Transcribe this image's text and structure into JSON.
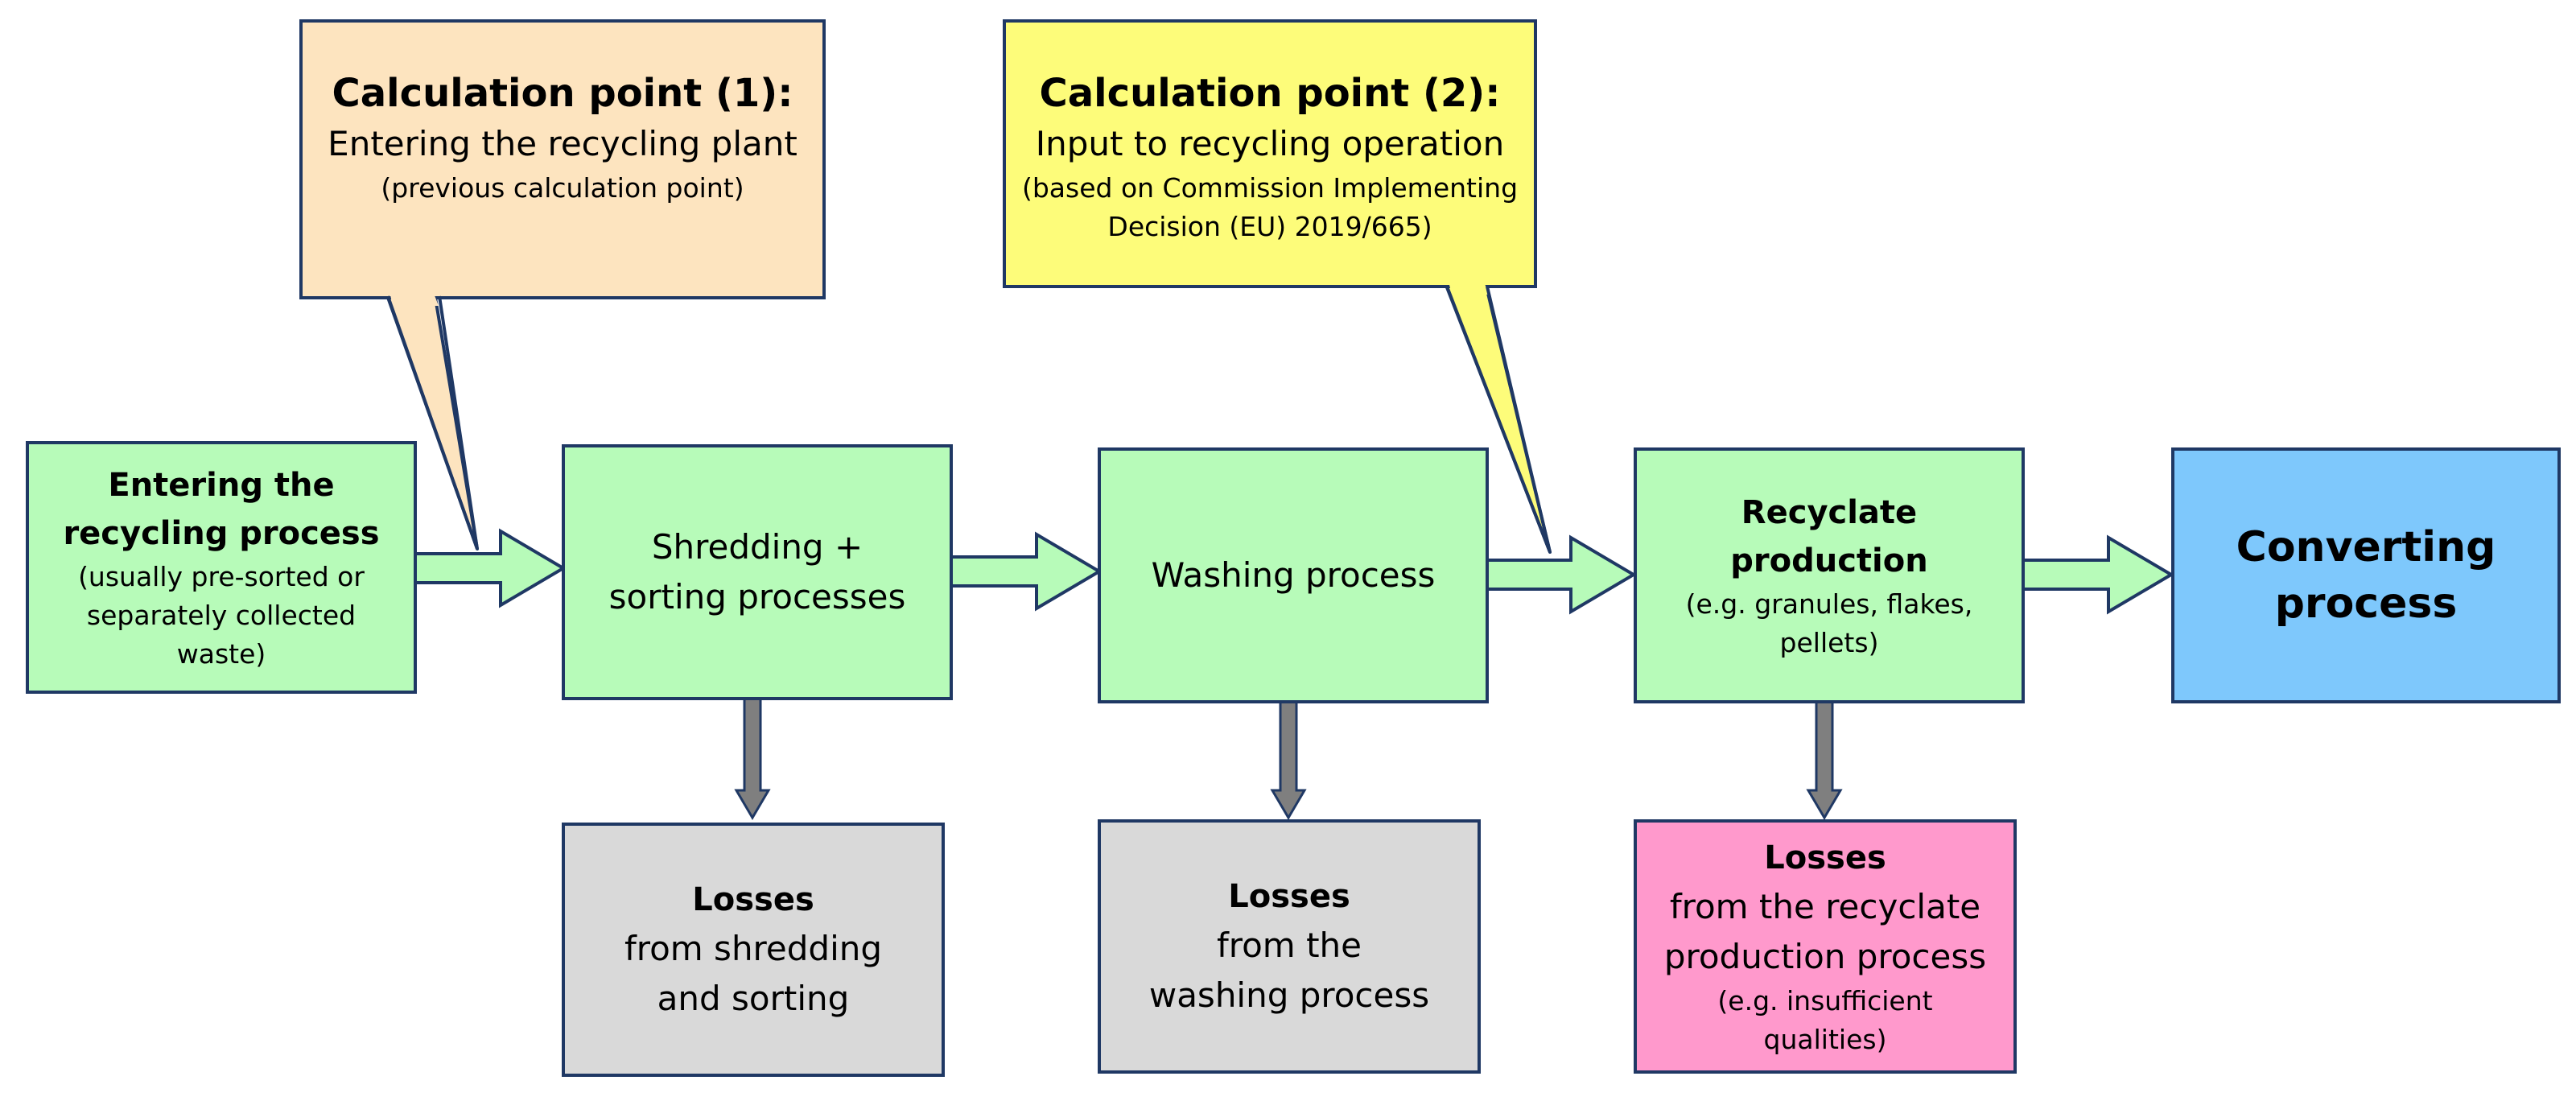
{
  "callouts": {
    "cp1": {
      "title": "Calculation point (1):",
      "line1": "Entering the recycling plant",
      "line2": "(previous calculation point)"
    },
    "cp2": {
      "title": "Calculation point (2):",
      "line1": "Input to recycling operation",
      "line2": "(based on Commission Implementing",
      "line3": "Decision (EU) 2019/665)"
    }
  },
  "process": {
    "entering": {
      "title1": "Entering the",
      "title2": "recycling process",
      "sub1": "(usually pre-sorted or",
      "sub2": "separately collected",
      "sub3": "waste)"
    },
    "shredding": {
      "line1": "Shredding +",
      "line2": "sorting processes"
    },
    "washing": {
      "line1": "Washing process"
    },
    "recyclate": {
      "title1": "Recyclate",
      "title2": "production",
      "sub1": "(e.g. granules, flakes,",
      "sub2": "pellets)"
    },
    "converting": {
      "line1": "Converting",
      "line2": "process"
    }
  },
  "losses": {
    "shredding": {
      "title": "Losses",
      "line1": "from shredding",
      "line2": "and sorting"
    },
    "washing": {
      "title": "Losses",
      "line1": "from the",
      "line2": "washing process"
    },
    "recyclate": {
      "title": "Losses",
      "line1": "from the recyclate",
      "line2": "production process",
      "sub1": "(e.g. insufficient",
      "sub2": "qualities)"
    }
  },
  "colors": {
    "border": "#1f3864",
    "process_fill": "#b7fbb9",
    "loss_fill": "#d9d9d9",
    "recyclate_loss_fill": "#ff99cc",
    "converting_fill": "#7ec8fc",
    "callout1_fill": "#fde4bf",
    "callout2_fill": "#fdfc7a",
    "down_arrow_fill": "#7f7f7f"
  }
}
